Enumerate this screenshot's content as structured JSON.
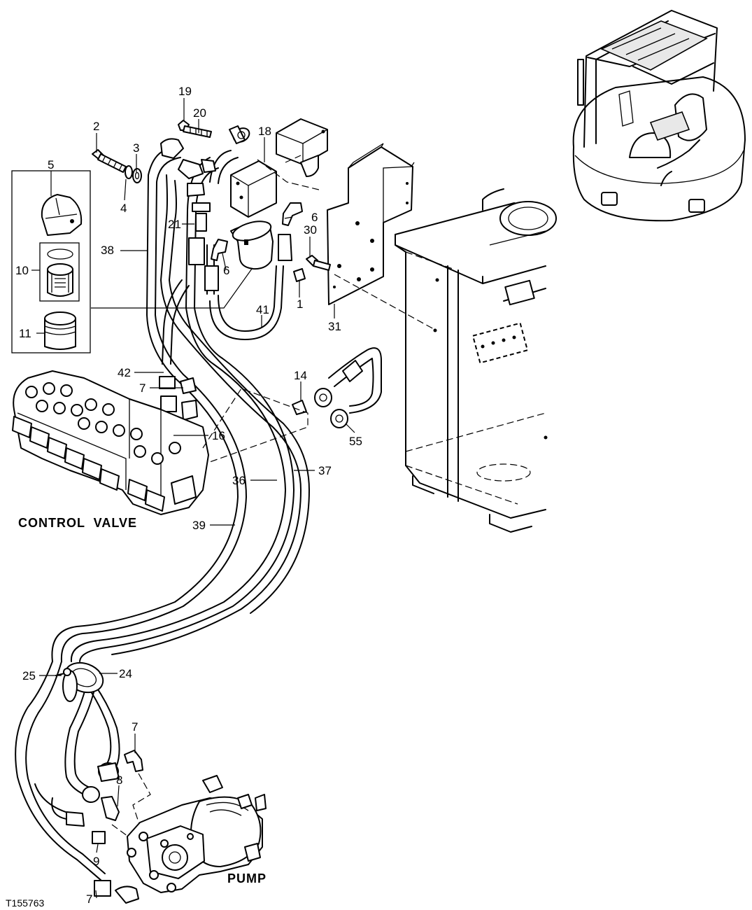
{
  "diagram": {
    "figure_id": "T155763",
    "captions": {
      "control_valve": "CONTROL  VALVE",
      "pump": "PUMP"
    },
    "callouts": [
      {
        "id": "c19",
        "text": "19"
      },
      {
        "id": "c20",
        "text": "20"
      },
      {
        "id": "c2",
        "text": "2"
      },
      {
        "id": "c3",
        "text": "3"
      },
      {
        "id": "c18",
        "text": "18"
      },
      {
        "id": "c5",
        "text": "5"
      },
      {
        "id": "c4",
        "text": "4"
      },
      {
        "id": "c6a",
        "text": "6"
      },
      {
        "id": "c21",
        "text": "21"
      },
      {
        "id": "c30",
        "text": "30"
      },
      {
        "id": "c38",
        "text": "38"
      },
      {
        "id": "c6b",
        "text": "6"
      },
      {
        "id": "c10",
        "text": "10"
      },
      {
        "id": "c1",
        "text": "1"
      },
      {
        "id": "c41",
        "text": "41"
      },
      {
        "id": "c11",
        "text": "11"
      },
      {
        "id": "c31",
        "text": "31"
      },
      {
        "id": "c42",
        "text": "42"
      },
      {
        "id": "c14",
        "text": "14"
      },
      {
        "id": "c7a",
        "text": "7"
      },
      {
        "id": "c16",
        "text": "16"
      },
      {
        "id": "c55",
        "text": "55"
      },
      {
        "id": "c37",
        "text": "37"
      },
      {
        "id": "c36",
        "text": "36"
      },
      {
        "id": "c39",
        "text": "39"
      },
      {
        "id": "c25",
        "text": "25"
      },
      {
        "id": "c24",
        "text": "24"
      },
      {
        "id": "c7b",
        "text": "7"
      },
      {
        "id": "c8",
        "text": "8"
      },
      {
        "id": "c9",
        "text": "9"
      },
      {
        "id": "c7c",
        "text": "7"
      }
    ]
  }
}
